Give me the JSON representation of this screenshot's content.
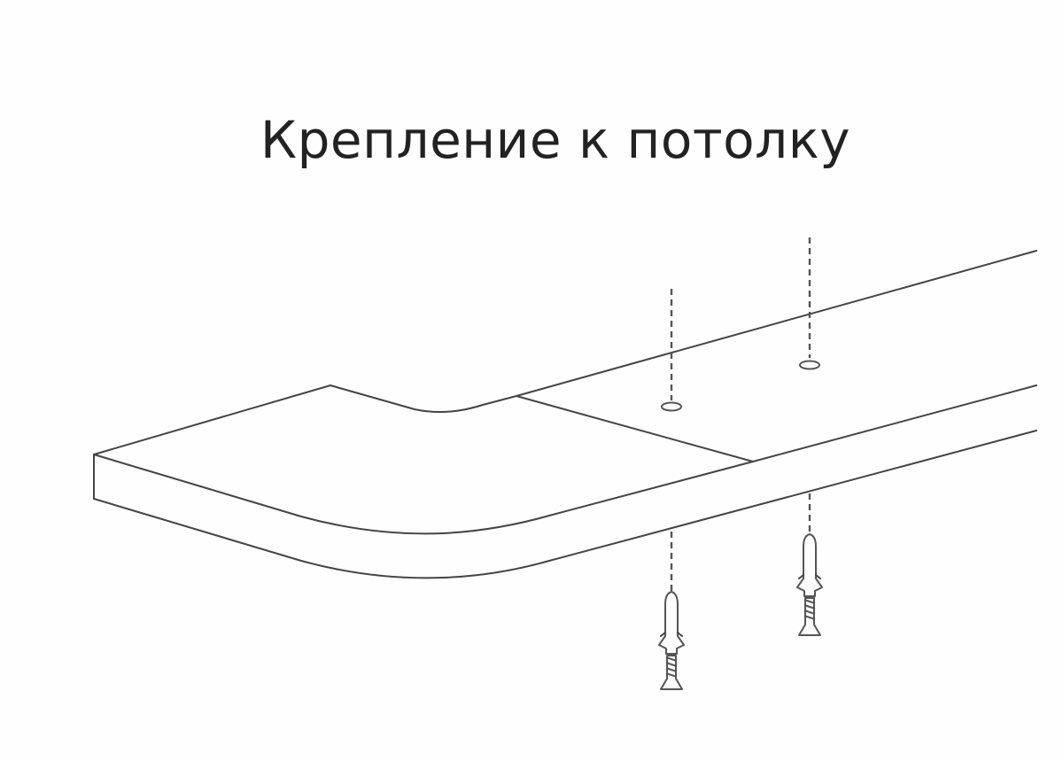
{
  "title": "Крепление к потолку",
  "diagram": {
    "subject": "curtain-rail-ceiling-mounting",
    "components": [
      {
        "name": "rail-profile",
        "description": "curved ceiling rail with corner bend"
      },
      {
        "name": "rail-joint",
        "description": "connection seam between rail segments"
      },
      {
        "name": "mounting-hole",
        "count": 2
      },
      {
        "name": "wall-plug-with-screw",
        "count": 2
      },
      {
        "name": "alignment-guide",
        "style": "dashed",
        "count": 2
      }
    ],
    "colors": {
      "background": "#fefefe",
      "title": "#222222",
      "line": "#444444"
    }
  }
}
